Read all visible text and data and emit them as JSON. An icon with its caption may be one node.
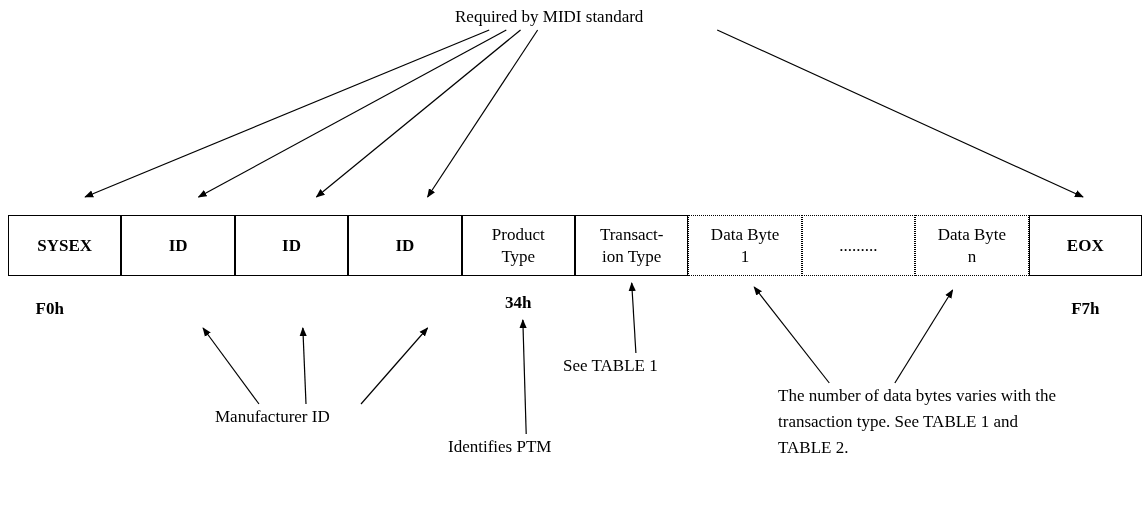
{
  "diagram": {
    "nodes": [
      {
        "text": [
          "Required by MIDI standard"
        ]
      },
      {
        "text": [
          "SYSEX"
        ],
        "beside": [
          "F0h"
        ]
      },
      {
        "text": [
          "ID"
        ]
      },
      {
        "text": [
          "ID"
        ]
      },
      {
        "text": [
          "ID"
        ]
      },
      {
        "text": [
          "Product Type"
        ],
        "beside": [
          "34h"
        ]
      },
      {
        "text": [
          "Transact- ion Type"
        ]
      },
      {
        "text": [
          "Data Byte 1"
        ]
      },
      {
        "text": [
          "........."
        ]
      },
      {
        "text": [
          "Data Byte n"
        ]
      },
      {
        "text": [
          "EOX"
        ],
        "beside": [
          "F7h"
        ]
      },
      {
        "text": [
          "Manufacturer ID"
        ]
      },
      {
        "text": [
          "Identifies PTM"
        ]
      },
      {
        "text": [
          "See TABLE 1"
        ]
      },
      {
        "text": [
          "The number of data bytes varies with the transaction type.  See TABLE 1 and TABLE 2."
        ]
      }
    ],
    "edges": [
      {
        "from": 0,
        "to": 1,
        "arrow": "to"
      },
      {
        "from": 0,
        "to": 2,
        "arrow": "to"
      },
      {
        "from": 0,
        "to": 3,
        "arrow": "to"
      },
      {
        "from": 0,
        "to": 4,
        "arrow": "to"
      },
      {
        "from": 0,
        "to": 10,
        "arrow": "to"
      },
      {
        "from": 11,
        "to": 2,
        "arrow": "to"
      },
      {
        "from": 11,
        "to": 3,
        "arrow": "to"
      },
      {
        "from": 11,
        "to": 4,
        "arrow": "to"
      },
      {
        "from": 12,
        "to": 5,
        "arrow": "to"
      },
      {
        "from": 13,
        "to": 6,
        "arrow": "to"
      },
      {
        "from": 14,
        "to": 7,
        "arrow": "to"
      },
      {
        "from": 14,
        "to": 9,
        "arrow": "to"
      }
    ]
  }
}
